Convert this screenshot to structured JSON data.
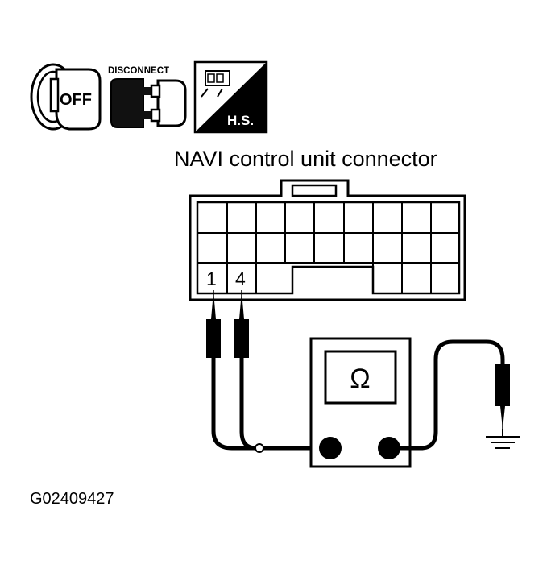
{
  "diagram": {
    "title": "NAVI control unit connector",
    "figure_id": "G02409427",
    "icons": {
      "ignition_label": "OFF",
      "disconnect_label": "DISCONNECT",
      "harness_side_label": "H.S."
    },
    "connector": {
      "pin_labels": [
        "1",
        "4"
      ]
    },
    "meter": {
      "unit_symbol": "Ω"
    }
  }
}
